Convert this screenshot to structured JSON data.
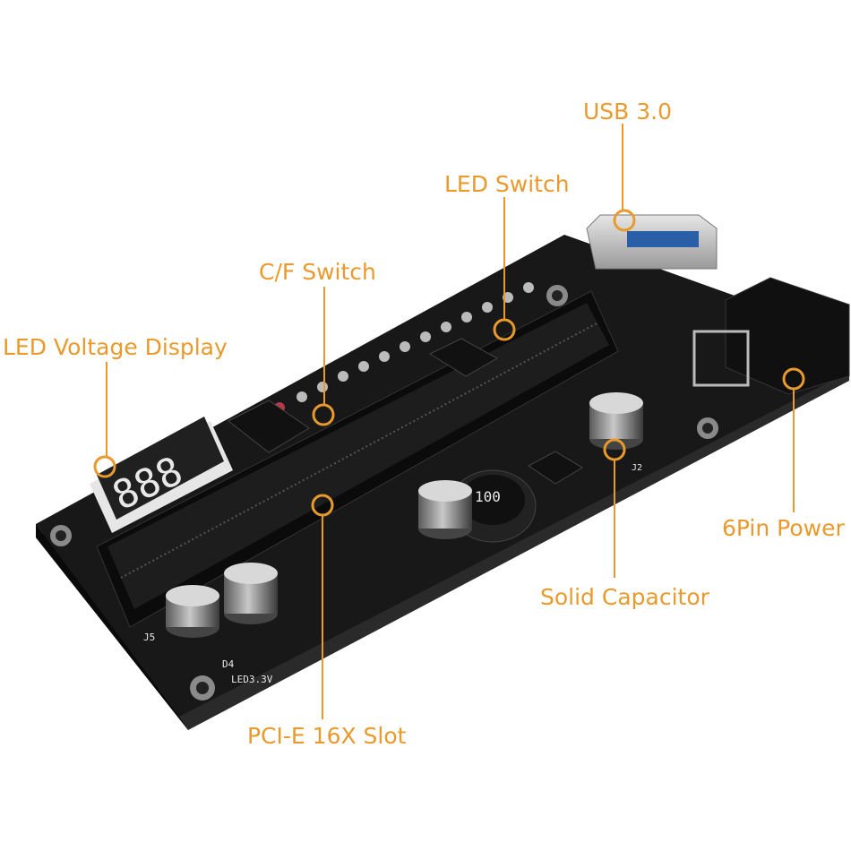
{
  "labels": {
    "usb": "USB 3.0",
    "led_switch": "LED Switch",
    "cf_switch": "C/F Switch",
    "led_voltage": "LED Voltage Display",
    "six_pin": "6Pin Power",
    "solid_cap": "Solid Capacitor",
    "pcie": "PCI-E 16X Slot"
  },
  "board_markings": {
    "j5": "J5",
    "d4": "D4",
    "led33": "LED3.3V",
    "inductor": "100",
    "jp": "J2"
  },
  "colors": {
    "accent": "#e89a2c",
    "board": "#161616",
    "slot": "#0c0c0c"
  }
}
